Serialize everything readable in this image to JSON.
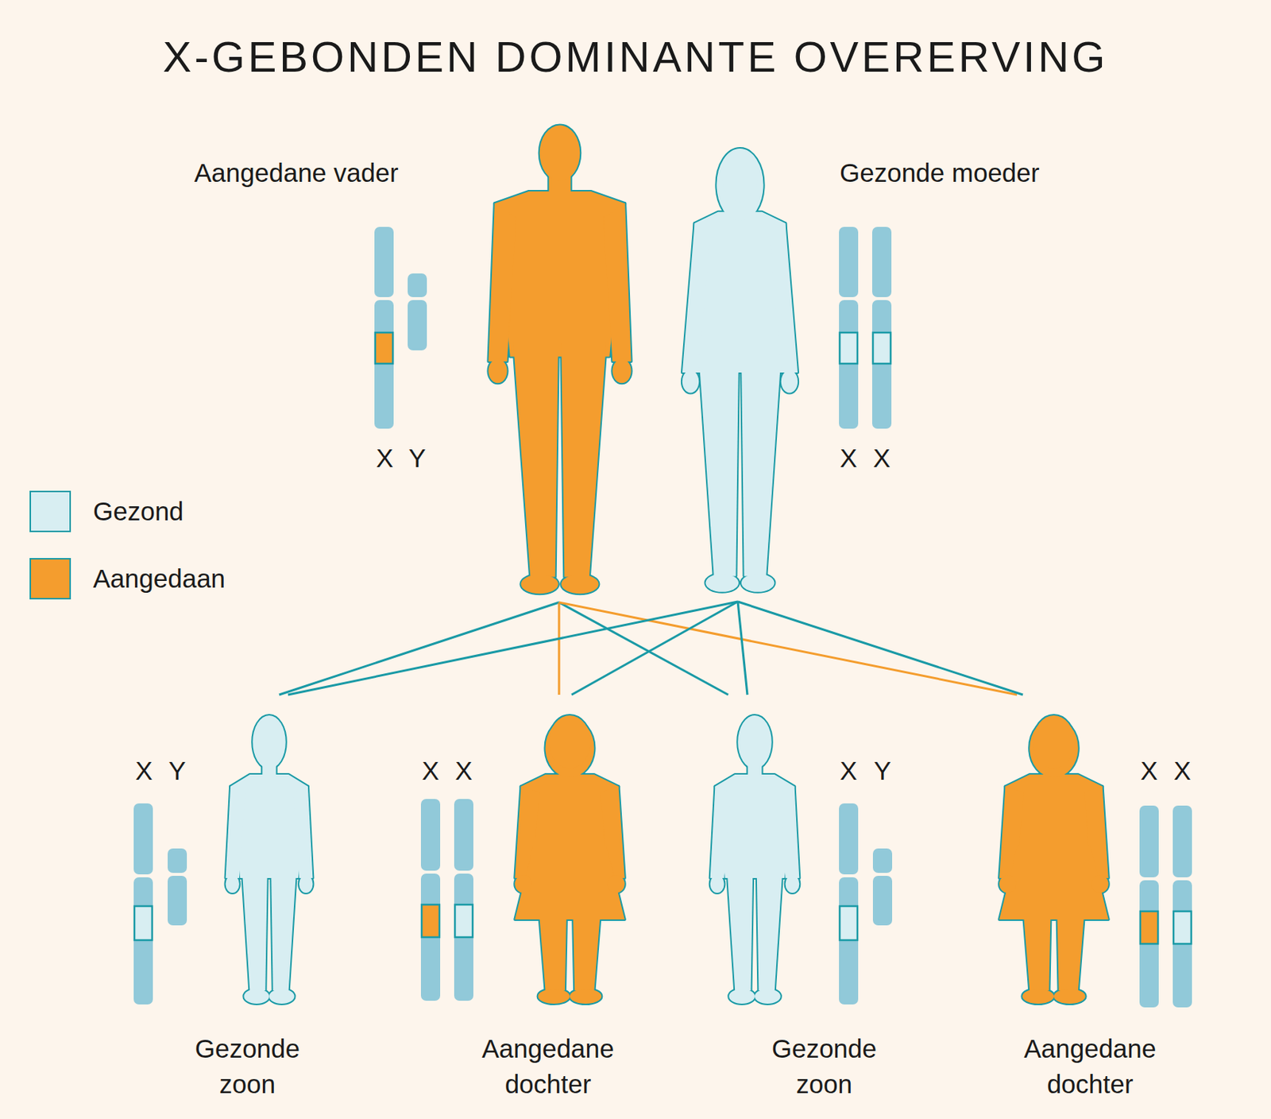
{
  "diagram": {
    "title": "X-GEBONDEN DOMINANTE OVERERVING",
    "nodes": [
      {
        "text": [
          "Aangedane vader"
        ]
      },
      {
        "text": [
          "Gezonde moeder"
        ]
      },
      {
        "text": [
          "Gezonde zoon"
        ]
      },
      {
        "text": [
          "Aangedane dochter"
        ]
      },
      {
        "text": [
          "Gezonde zoon"
        ]
      },
      {
        "text": [
          "Aangedane dochter"
        ]
      }
    ],
    "edges": [
      {
        "from": 0,
        "to": 2,
        "arrow": "none"
      },
      {
        "from": 0,
        "to": 3,
        "arrow": "none"
      },
      {
        "from": 0,
        "to": 4,
        "arrow": "none"
      },
      {
        "from": 0,
        "to": 5,
        "arrow": "none"
      },
      {
        "from": 1,
        "to": 2,
        "arrow": "none"
      },
      {
        "from": 1,
        "to": 3,
        "arrow": "none"
      },
      {
        "from": 1,
        "to": 4,
        "arrow": "none"
      },
      {
        "from": 1,
        "to": 5,
        "arrow": "none"
      }
    ],
    "labels": [
      "X",
      "Y",
      "X",
      "X",
      "X",
      "Y",
      "X",
      "X",
      "X",
      "Y",
      "X",
      "X"
    ],
    "legend": [
      {
        "text": "Gezond",
        "color": "#d8eef2"
      },
      {
        "text": "Aangedaan",
        "color": "#f49d2e"
      }
    ]
  }
}
